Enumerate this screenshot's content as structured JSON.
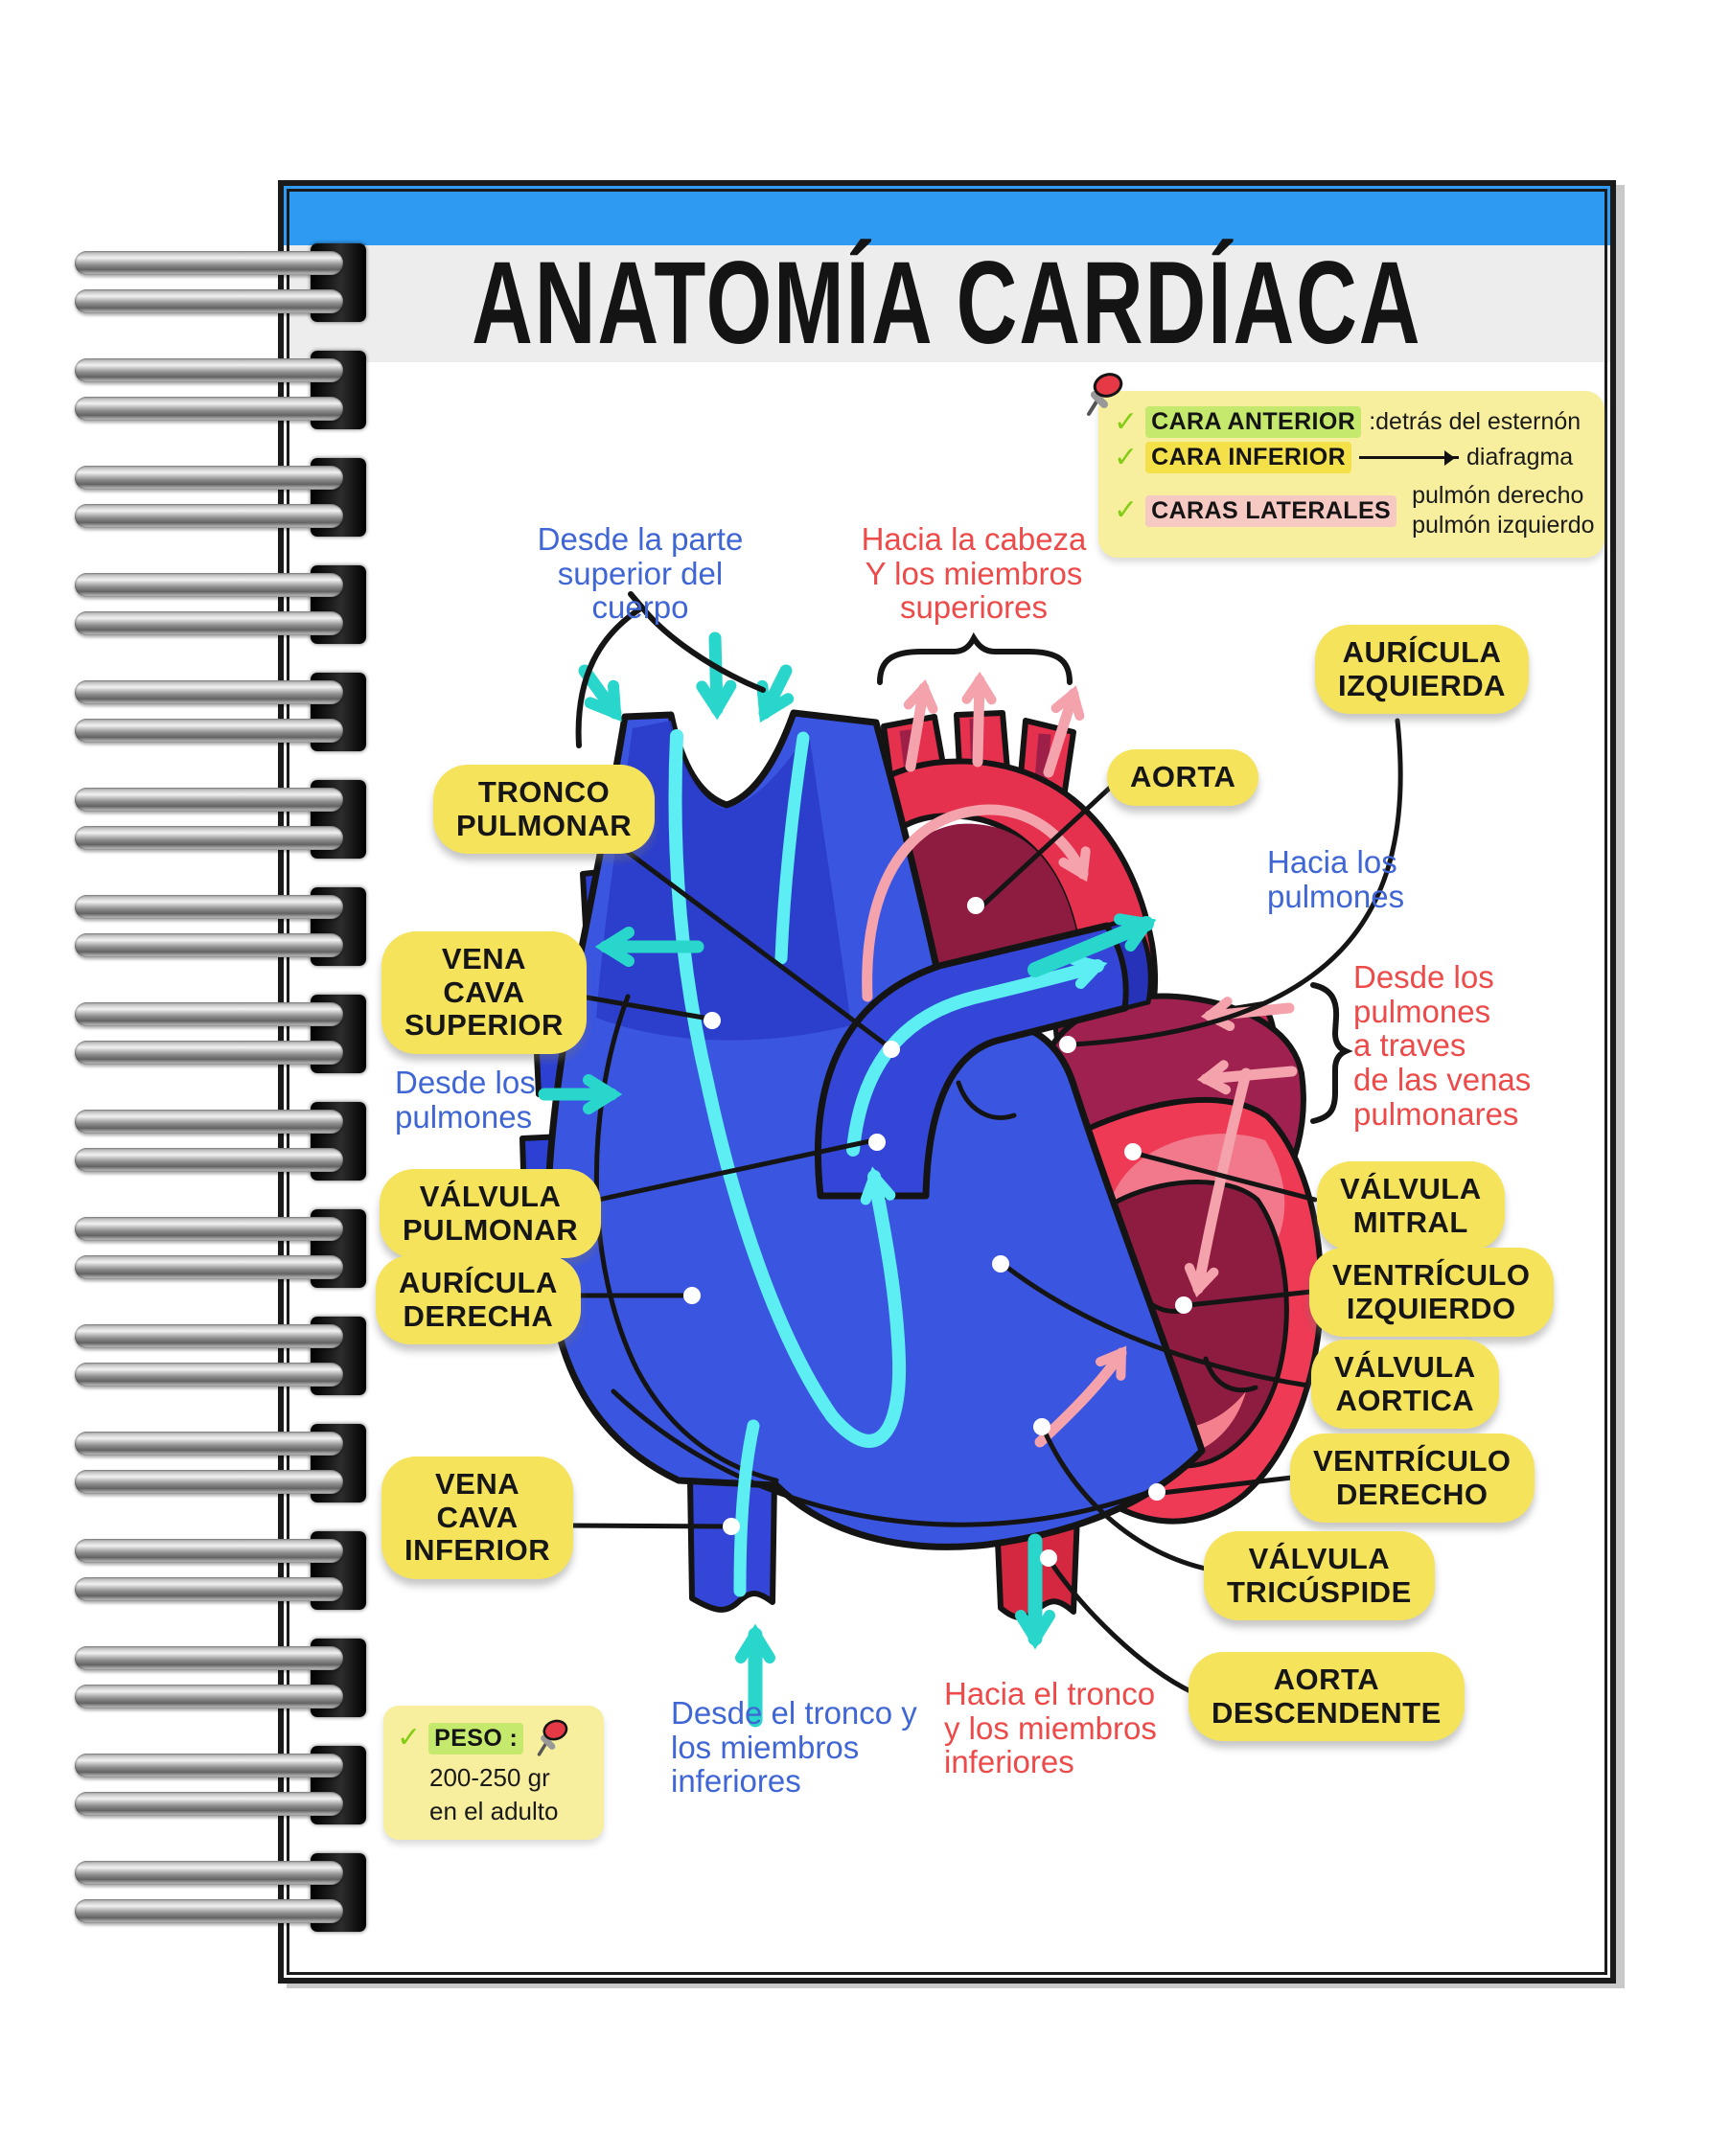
{
  "page": {
    "title": "ANATOMÍA CARDÍACA"
  },
  "icons": {
    "check": "✓"
  },
  "colors": {
    "header_blue": "#2e9af2",
    "title_strip": "#ededed",
    "bubble_yellow": "#f6e35c",
    "note_yellow": "#f8ef9e",
    "text_blue": "#3f66d4",
    "text_red": "#ed4a4a",
    "hl_green": "#c4e96c",
    "hl_yellow": "#f4e14a",
    "hl_pink": "#f6c9c3",
    "teal_arrow": "#28d6cc",
    "heart_blue": "#3a55e0",
    "heart_red": "#ee3a55"
  },
  "legend": {
    "items": [
      {
        "term": "CARA ANTERIOR",
        "desc": ":detrás del esternón"
      },
      {
        "term": "CARA INFERIOR",
        "desc": "diafragma"
      },
      {
        "term": "CARAS LATERALES",
        "desc_top": "pulmón derecho",
        "desc_bottom": "pulmón izquierdo"
      }
    ]
  },
  "weight_note": {
    "label": "PESO :",
    "value": "200-250 gr",
    "scope": "en el adulto"
  },
  "anatomy": {
    "tronco_pulmonar": [
      "TRONCO",
      "PULMONAR"
    ],
    "vena_cava_superior": [
      "VENA",
      "CAVA",
      "SUPERIOR"
    ],
    "valvula_pulmonar": [
      "VÁLVULA",
      "PULMONAR"
    ],
    "auricula_derecha": [
      "AURÍCULA",
      "DERECHA"
    ],
    "vena_cava_inferior": [
      "VENA",
      "CAVA",
      "INFERIOR"
    ],
    "aorta": [
      "AORTA"
    ],
    "auricula_izquierda": [
      "AURÍCULA",
      "IZQUIERDA"
    ],
    "valvula_mitral": [
      "VÁLVULA",
      "MITRAL"
    ],
    "ventriculo_izquierdo": [
      "VENTRÍCULO",
      "IZQUIERDO"
    ],
    "valvula_aortica": [
      "VÁLVULA",
      "AORTICA"
    ],
    "ventriculo_derecho": [
      "VENTRÍCULO",
      "DERECHO"
    ],
    "valvula_tricuspide": [
      "VÁLVULA",
      "TRICÚSPIDE"
    ],
    "aorta_descendente": [
      "AORTA",
      "DESCENDENTE"
    ]
  },
  "flow_labels": {
    "desde_parte_superior": [
      "Desde la parte",
      "superior del",
      "cuerpo"
    ],
    "hacia_cabeza": [
      "Hacia la cabeza",
      "Y los miembros",
      "superiores"
    ],
    "desde_pulmones_left": [
      "Desde los",
      "pulmones"
    ],
    "hacia_pulmones": [
      "Hacia los",
      "pulmones"
    ],
    "desde_pulmones_right": [
      "Desde los",
      "pulmones",
      "a traves",
      "de las venas",
      "pulmonares"
    ],
    "desde_tronco": [
      "Desde el tronco y",
      "los miembros",
      "inferiores"
    ],
    "hacia_tronco": [
      "Hacia el tronco",
      "y los miembros",
      "inferiores"
    ]
  }
}
